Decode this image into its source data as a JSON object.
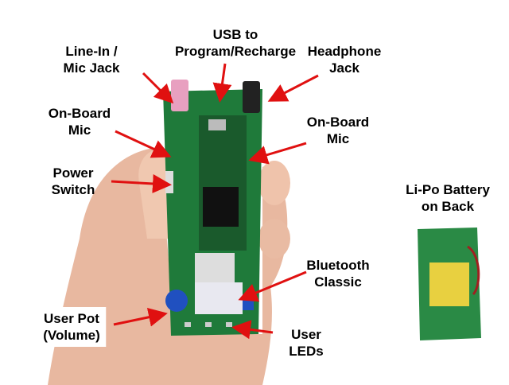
{
  "labels": {
    "line_in": [
      "Line-In /",
      "Mic Jack"
    ],
    "usb": [
      "USB to",
      "Program/Recharge"
    ],
    "headphone": [
      "Headphone",
      "Jack"
    ],
    "mic_left": [
      "On-Board",
      "Mic"
    ],
    "mic_right": [
      "On-Board",
      "Mic"
    ],
    "power": [
      "Power",
      "Switch"
    ],
    "battery": [
      "Li-Po Battery",
      "on Back"
    ],
    "bluetooth": [
      "Bluetooth",
      "Classic"
    ],
    "pot": [
      "User Pot",
      "(Volume)"
    ],
    "leds": [
      "User",
      "LEDs"
    ]
  },
  "colors": {
    "arrow": "#e01010",
    "pcb": "#1f7a3a",
    "skin": "#e8b8a0"
  }
}
